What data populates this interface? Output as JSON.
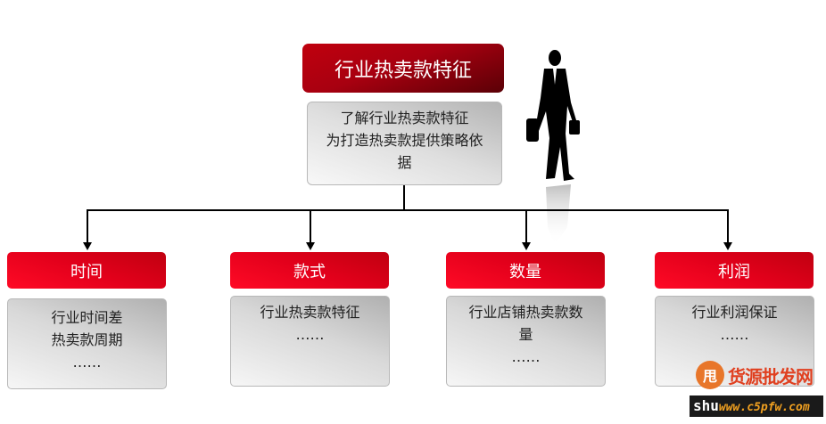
{
  "top": {
    "title": "行业热卖款特征",
    "description_lines": [
      "了解行业热卖款特征",
      "为打造热卖款提供策略依",
      "据"
    ]
  },
  "categories": [
    {
      "label": "时间",
      "lines": [
        "行业时间差",
        "热卖款周期",
        "……"
      ]
    },
    {
      "label": "款式",
      "lines": [
        "行业热卖款特征",
        "……"
      ]
    },
    {
      "label": "数量",
      "lines": [
        "行业店铺热卖款数",
        "量",
        "……"
      ]
    },
    {
      "label": "利润",
      "lines": [
        "行业利润保证",
        "……"
      ]
    }
  ],
  "watermark": {
    "logo_badge": "甩",
    "logo_text": "货源批发网",
    "url_prefix": "shu",
    "url_text": "www.c5pfw.com"
  },
  "colors": {
    "title_red_dark": "#5a0006",
    "title_red": "#c0000e",
    "category_red": "#e3001b",
    "body_gray": "#d8d8d8",
    "connector": "#000000"
  }
}
